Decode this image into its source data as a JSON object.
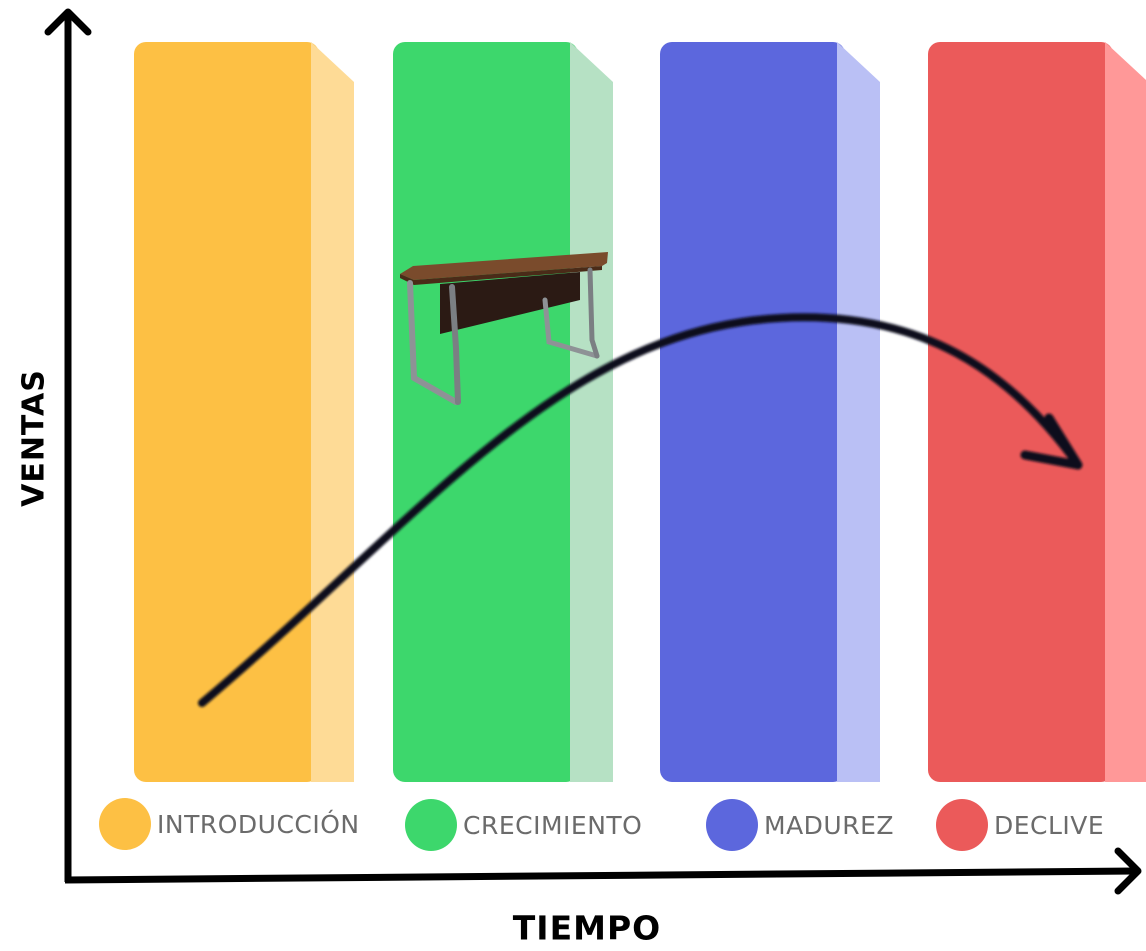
{
  "axes": {
    "y_title": "VENTAS",
    "x_title": "TIEMPO"
  },
  "stages": [
    {
      "label": "INTRODUCCIÓN",
      "color": "#fdc044",
      "side_color": "#fedb96",
      "has_desk_image": false
    },
    {
      "label": "CRECIMIENTO",
      "color": "#3dd76c",
      "side_color": "#b6e1c4",
      "has_desk_image": true
    },
    {
      "label": "MADUREZ",
      "color": "#5c67dd",
      "side_color": "#bac0f5",
      "has_desk_image": false
    },
    {
      "label": "DECLIVE",
      "color": "#eb5a5a",
      "side_color": "#ff9898",
      "has_desk_image": false
    }
  ],
  "curve": {
    "color": "#0b0e1f",
    "shape": "rise-peak-decline",
    "arrowhead": "end"
  },
  "product_image": {
    "icon": "office-desk-icon",
    "top_color": "#7a4b2c",
    "frame_color": "#8e9296"
  }
}
